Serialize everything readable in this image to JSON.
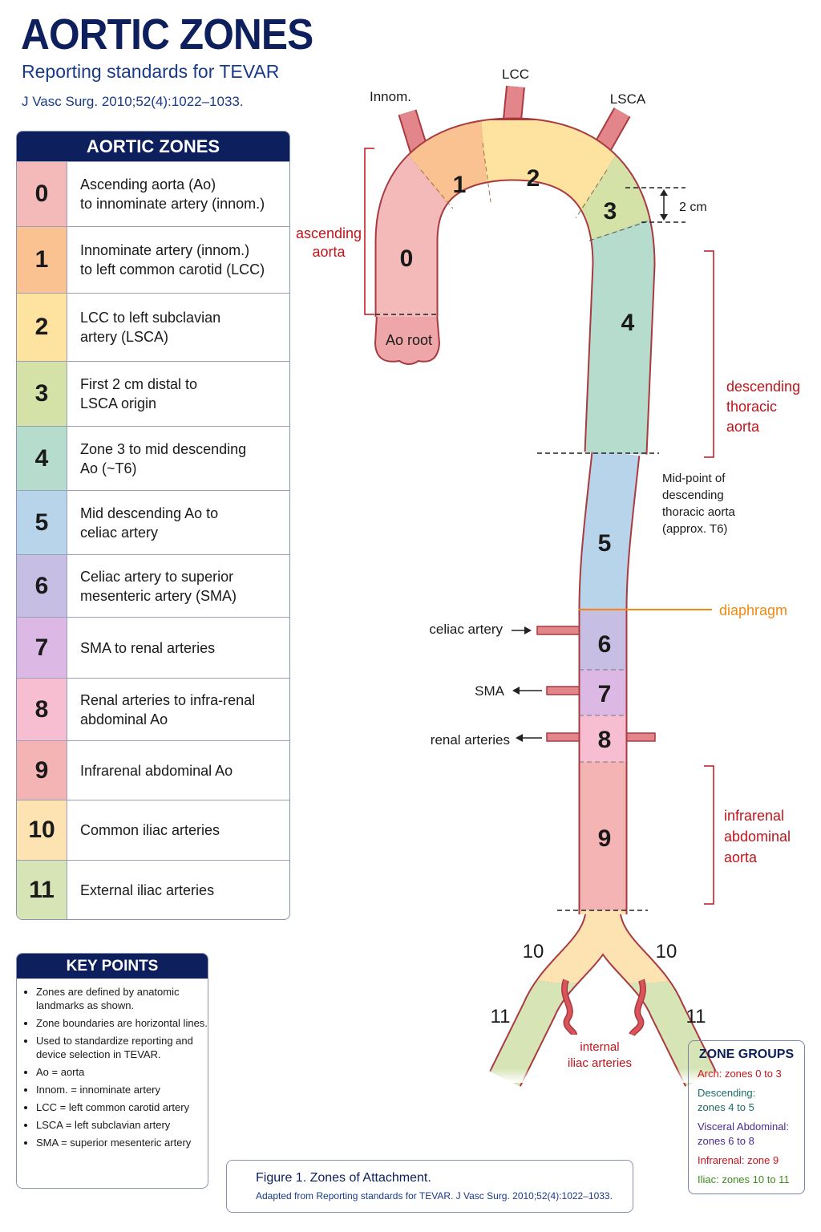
{
  "header": {
    "title": "AORTIC ZONES",
    "subtitle": "Reporting standards for TEVAR",
    "citation": "J Vasc Surg. 2010;52(4):1022–1033."
  },
  "table": {
    "title": "AORTIC ZONES",
    "rows": [
      {
        "zone": "0",
        "desc": "Ascending aorta (Ao)\nto innominate artery (innom.)",
        "color": "#f4b9b9"
      },
      {
        "zone": "1",
        "desc": "Innominate artery (innom.)\nto left common carotid (LCC)",
        "color": "#f9c290"
      },
      {
        "zone": "2",
        "desc": "LCC to left subclavian\nartery (LSCA)",
        "color": "#fde2a0"
      },
      {
        "zone": "3",
        "desc": "First 2 cm distal to\nLSCA origin",
        "color": "#d4e2a8"
      },
      {
        "zone": "4",
        "desc": "Zone 3 to mid descending\nAo (~T6)",
        "color": "#b5dccd"
      },
      {
        "zone": "5",
        "desc": "Mid descending Ao to\nceliac artery",
        "color": "#b8d4ea"
      },
      {
        "zone": "6",
        "desc": "Celiac artery to superior\nmesenteric artery (SMA)",
        "color": "#c6bee3"
      },
      {
        "zone": "7",
        "desc": "SMA to renal arteries",
        "color": "#dcb9e4"
      },
      {
        "zone": "8",
        "desc": "Renal arteries to infra-renal\nabdominal Ao",
        "color": "#f7bdd1"
      },
      {
        "zone": "9",
        "desc": "Infrarenal abdominal Ao",
        "color": "#f5b4b4"
      },
      {
        "zone": "10",
        "desc": "Common iliac arteries",
        "color": "#fde3b1"
      },
      {
        "zone": "11",
        "desc": "External iliac arteries",
        "color": "#d7e5b6"
      }
    ]
  },
  "key_points": {
    "title": "KEY POINTS",
    "items": [
      "Zones are defined by anatomic landmarks as shown.",
      "Zone boundaries are horizontal lines.",
      "Used to standardize reporting and device selection in TEVAR.",
      "Ao = aorta",
      "Innom. = innominate artery",
      "LCC = left common carotid artery",
      "LSCA = left subclavian artery",
      "SMA = superior mesenteric artery"
    ]
  },
  "diagram": {
    "branches": {
      "innom": "Innom.",
      "lcc": "LCC",
      "lsca": "LSCA"
    },
    "ao_root": "Ao root",
    "two_cm": "2 cm",
    "region_labels": {
      "ascending": [
        "ascending",
        "aorta"
      ],
      "descending": [
        "descending",
        "thoracic",
        "aorta"
      ],
      "infrarenal": [
        "infrarenal",
        "abdominal",
        "aorta"
      ]
    },
    "midpoint": [
      "Mid-point of",
      "descending",
      "thoracic aorta",
      "(approx. T6)"
    ],
    "diaphragm": "diaphragm",
    "celiac": "celiac artery",
    "sma": "SMA",
    "renal": "renal arteries",
    "internal_iliac": [
      "internal",
      "iliac arteries"
    ],
    "zone_numbers": [
      "0",
      "1",
      "2",
      "3",
      "4",
      "5",
      "6",
      "7",
      "8",
      "9",
      "10",
      "10",
      "11",
      "11"
    ],
    "colors": {
      "region_label": "#c0141c",
      "diaphragm": "#f08a10",
      "vessel_outline": "#a83a40",
      "branch": "#e3868b"
    }
  },
  "zone_groups": {
    "title": "ZONE GROUPS",
    "items": [
      {
        "label": "Arch: zones 0 to 3",
        "color": "#c8141c"
      },
      {
        "label": "Descending:\nzones 4 to 5",
        "color": "#1e6b66"
      },
      {
        "label": "Visceral Abdominal:\nzones 6 to 8",
        "color": "#4a2a90"
      },
      {
        "label": "Infrarenal: zone 9",
        "color": "#c8141c"
      },
      {
        "label": "Iliac: zones 10 to 11",
        "color": "#3e8a1e"
      }
    ]
  },
  "caption": {
    "title": "Figure 1. Zones of Attachment.",
    "source": "Adapted from Reporting standards for TEVAR. J Vasc Surg. 2010;52(4):1022–1033."
  }
}
